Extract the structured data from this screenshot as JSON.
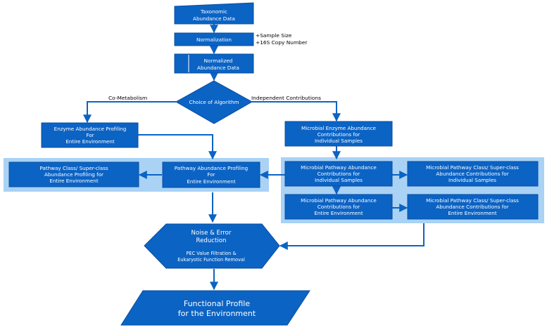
{
  "colors": {
    "box": "#0b63c4",
    "border": "#0a4f9e",
    "panel": "#a9d2f5",
    "arrow": "#0b63c4",
    "text": "#ffffff"
  },
  "nodes": {
    "taxonomic": [
      "Taxonomic",
      "Abundance Data"
    ],
    "normalization": [
      "Normalization"
    ],
    "normalization_notes": [
      "+Sample Size",
      "+16S Copy Number"
    ],
    "normalized": [
      "Normalized",
      "Abundance Data"
    ],
    "algorithm": [
      "Choice of Algorithm"
    ],
    "co_metabolism": "Co-Metabolism",
    "independent": "Independent Contributions",
    "enzyme_env": [
      "Enzyme Abundance Profiling",
      "For",
      "Entire Environment"
    ],
    "microbial_enzyme": [
      "Microbial Enzyme Abundance",
      "Contributions for",
      "Individual Samples"
    ],
    "pathway_class_env": [
      "Pathway Class/ Super-class",
      "Abundance Profiling for",
      "Entire Environment"
    ],
    "pathway_env": [
      "Pathway Abundance Profiling",
      "For",
      "Entire Environment"
    ],
    "mp_individual": [
      "Microbial Pathway Abundance",
      "Contributions for",
      "Individual Samples"
    ],
    "mpc_individual": [
      "Microbial Pathway Class/ Super-class",
      "Abundance Contributions for",
      "Individual Samples"
    ],
    "mp_env": [
      "Microbial Pathway Abundance",
      "Contributions for",
      "Entire Environment"
    ],
    "mpc_env": [
      "Microbial Pathway Class/ Super-class",
      "Abundance Contributions for",
      "Entire Environment"
    ],
    "noise_title": [
      "Noise & Error",
      "Reduction"
    ],
    "noise_detail": [
      "PEC Value Filtration &",
      "Eukaryotic Function  Removal"
    ],
    "final": [
      "Functional Profile",
      "for the Environment"
    ]
  }
}
